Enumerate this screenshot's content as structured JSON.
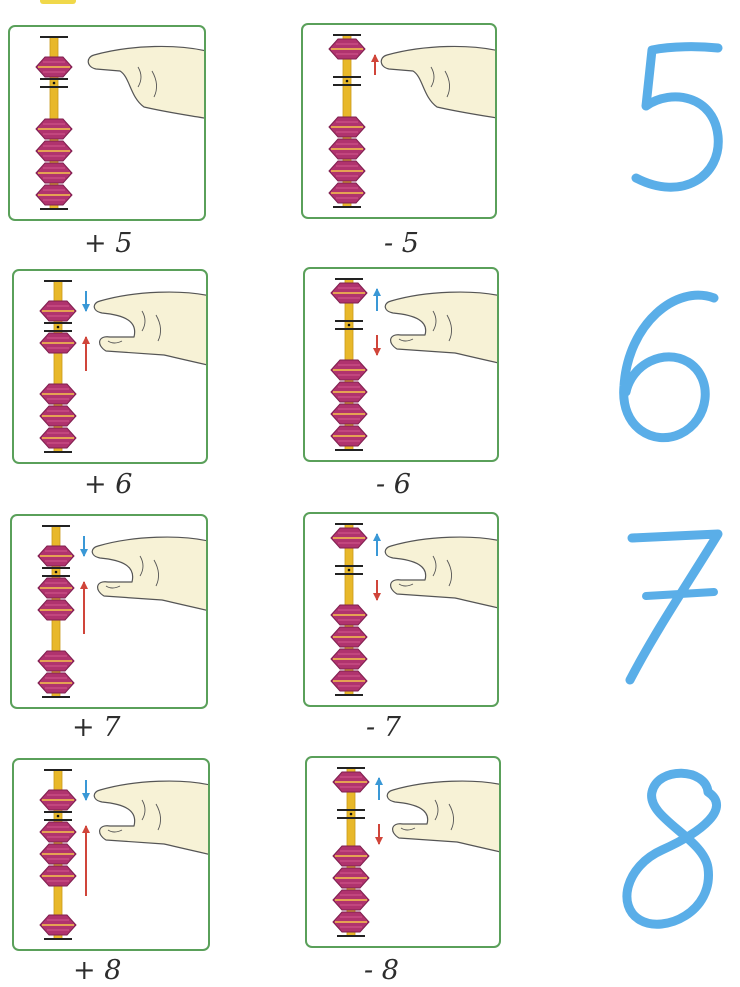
{
  "cards": [
    {
      "label": "+ 5",
      "row": 0,
      "col": 0,
      "heaven": "down",
      "earth_up": 0,
      "upper_arrow": "",
      "lower_arrow": "",
      "finger": "upper"
    },
    {
      "label": "- 5",
      "row": 0,
      "col": 1,
      "heaven": "up",
      "earth_up": 0,
      "upper_arrow": "up-red",
      "lower_arrow": "",
      "finger": "upper"
    },
    {
      "label": "+ 6",
      "row": 1,
      "col": 0,
      "heaven": "down",
      "earth_up": 1,
      "upper_arrow": "down-blue",
      "lower_arrow": "up-red",
      "finger": "both"
    },
    {
      "label": "- 6",
      "row": 1,
      "col": 1,
      "heaven": "up",
      "earth_up": 0,
      "upper_arrow": "up-blue",
      "lower_arrow": "down-red",
      "finger": "both"
    },
    {
      "label": "+ 7",
      "row": 2,
      "col": 0,
      "heaven": "down",
      "earth_up": 2,
      "upper_arrow": "down-blue",
      "lower_arrow": "up-red",
      "finger": "both"
    },
    {
      "label": "- 7",
      "row": 2,
      "col": 1,
      "heaven": "up",
      "earth_up": 0,
      "upper_arrow": "up-blue",
      "lower_arrow": "down-red",
      "finger": "both"
    },
    {
      "label": "+ 8",
      "row": 3,
      "col": 0,
      "heaven": "down",
      "earth_up": 3,
      "upper_arrow": "down-blue",
      "lower_arrow": "up-red",
      "finger": "both"
    },
    {
      "label": "- 8",
      "row": 3,
      "col": 1,
      "heaven": "up",
      "earth_up": 0,
      "upper_arrow": "up-blue",
      "lower_arrow": "down-red",
      "finger": "both"
    }
  ],
  "digits": [
    "5",
    "6",
    "7",
    "8"
  ],
  "colors": {
    "border": "#5aa05a",
    "bead": "#b0336e",
    "bead_dark": "#7e1f4e",
    "rod": "#e8b82a",
    "bar": "#222222",
    "arrow_red": "#d0453a",
    "arrow_blue": "#3a98d6",
    "digit": "#5aaee8",
    "hand_fill": "#f7f2d6",
    "hand_line": "#555555"
  }
}
